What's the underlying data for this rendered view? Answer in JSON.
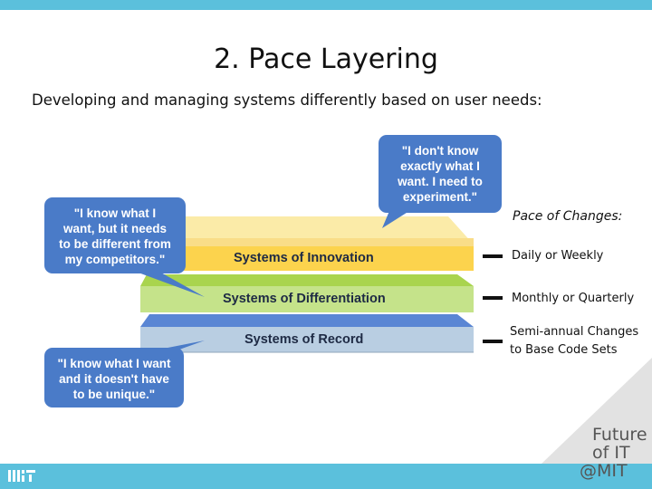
{
  "slide": {
    "title": "2. Pace Layering",
    "subtitle": "Developing and managing systems differently based on user needs:"
  },
  "pace": {
    "heading": "Pace of Changes:",
    "items": [
      {
        "label_line1": "Daily or Weekly"
      },
      {
        "label_line1": "Monthly or Quarterly"
      },
      {
        "label_line1": "Semi-annual Changes",
        "label_line2": "to Base Code Sets"
      }
    ]
  },
  "layers": [
    {
      "label": "Systems of Innovation",
      "color": "#fcd34d"
    },
    {
      "label": "Systems of Differentiation",
      "color": "#bfe07a"
    },
    {
      "label": "Systems of Record",
      "color": "#b7cde0"
    }
  ],
  "bubbles": {
    "top": {
      "lines": [
        "\"I don't know",
        "exactly what I",
        "want.  I need to",
        "experiment.\""
      ]
    },
    "left": {
      "lines": [
        "\"I know what I",
        "want, but it needs",
        "to be different from",
        "my competitors.\""
      ]
    },
    "bottom": {
      "lines": [
        "\"I know what I want",
        "and it doesn't have",
        "to be unique.\""
      ]
    }
  },
  "colors": {
    "accent": "#5bc0dc",
    "bubble": "#4a7bc8"
  },
  "logos": {
    "footer_left": "MIT",
    "future_it": [
      "Future",
      "of IT",
      "@MIT"
    ]
  }
}
